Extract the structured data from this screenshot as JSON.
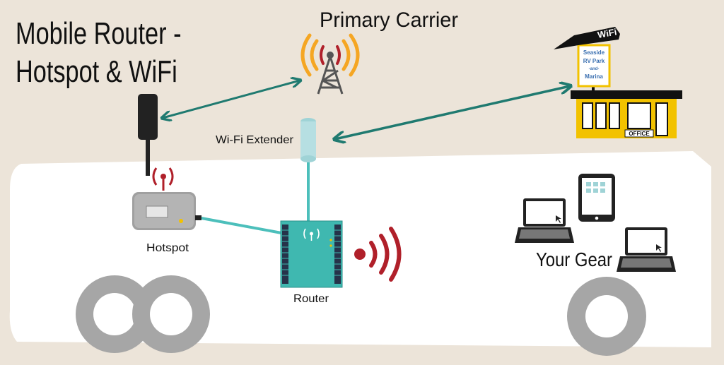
{
  "title": {
    "line1": "Mobile Router -",
    "line2": "Hotspot & WiFi"
  },
  "labels": {
    "primary_carrier": "Primary Carrier",
    "wifi_extender": "Wi-Fi Extender",
    "hotspot": "Hotspot",
    "router": "Router",
    "your_gear": "Your Gear"
  },
  "campground_sign": {
    "wifi": "WiFi",
    "line1": "Seaside",
    "line2": "RV Park",
    "line3": "-and-",
    "line4": "Marina",
    "office": "OFFICE"
  },
  "colors": {
    "background": "#ece4d9",
    "rv_body": "#ffffff",
    "arrow": "#1f7a70",
    "cable": "#4cbfbb",
    "router": "#3fb8b0",
    "signal_red": "#b0202a",
    "tower_signal": "#f5a623",
    "wheel": "#a6a6a6",
    "device_dark": "#222222"
  },
  "icons": [
    "cell-tower-icon",
    "wifi-extender-icon",
    "hotspot-icon",
    "router-icon",
    "wifi-signal-icon",
    "laptop-icon",
    "tablet-icon",
    "rv-park-office-icon",
    "wheel-icon"
  ]
}
